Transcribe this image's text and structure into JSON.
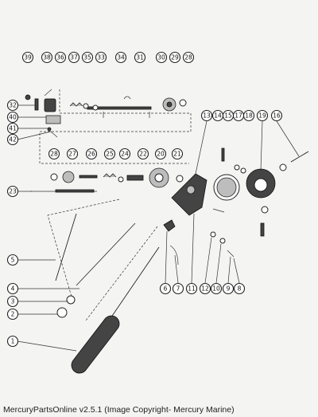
{
  "caption": "MercuryPartsOnline v2.5.1 (Image Copyright- Mercury Marine)",
  "callouts": [
    "39",
    "38",
    "36",
    "37",
    "35",
    "33",
    "34",
    "31",
    "30",
    "29",
    "28",
    "32",
    "40",
    "41",
    "42",
    "13",
    "14",
    "15",
    "17",
    "18",
    "19",
    "16",
    "28",
    "27",
    "26",
    "25",
    "24",
    "22",
    "20",
    "21",
    "23",
    "5",
    "4",
    "3",
    "2",
    "1",
    "6",
    "7",
    "11",
    "12",
    "10",
    "9",
    "8"
  ]
}
